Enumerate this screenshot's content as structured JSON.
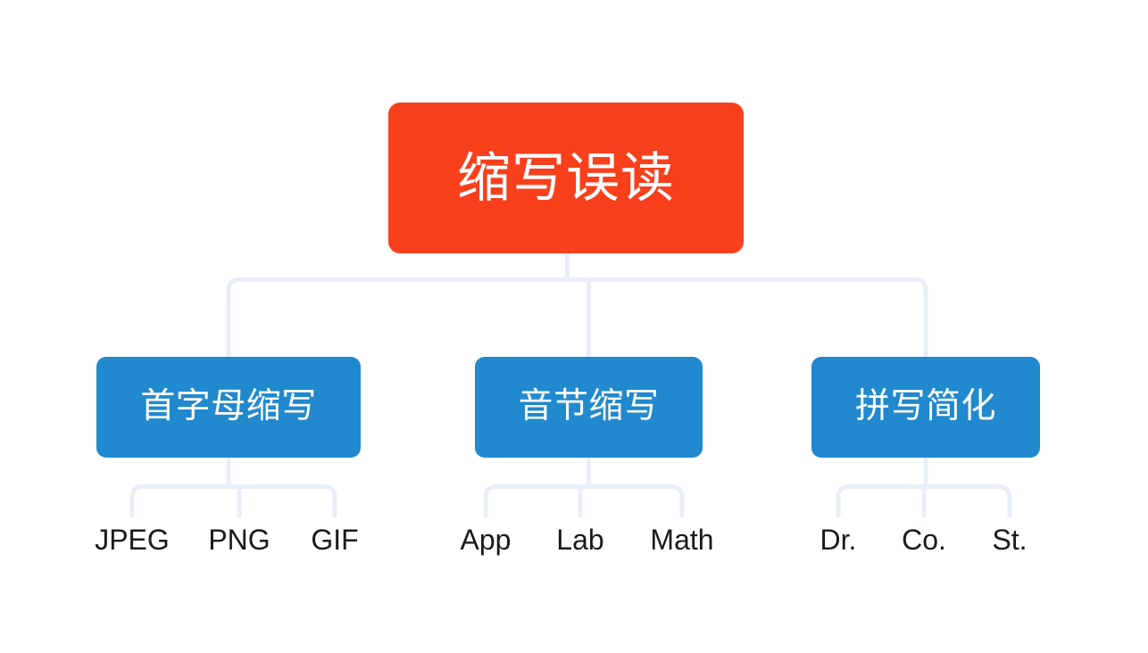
{
  "diagram": {
    "type": "mind-map-tree",
    "orientation": "top-down",
    "colors": {
      "root_fill": "#f8401c",
      "branch_fill": "#2189ce",
      "connector": "#e8eef7",
      "leaf_text": "#1a1a1a",
      "node_text": "#ffffff",
      "background": "#ffffff"
    },
    "root": {
      "label": "缩写误读"
    },
    "branches": [
      {
        "label": "首字母缩写",
        "leaves": [
          {
            "label": "JPEG"
          },
          {
            "label": "PNG"
          },
          {
            "label": "GIF"
          }
        ]
      },
      {
        "label": "音节缩写",
        "leaves": [
          {
            "label": "App"
          },
          {
            "label": "Lab"
          },
          {
            "label": "Math"
          }
        ]
      },
      {
        "label": "拼写简化",
        "leaves": [
          {
            "label": "Dr."
          },
          {
            "label": "Co."
          },
          {
            "label": "St."
          }
        ]
      }
    ]
  }
}
